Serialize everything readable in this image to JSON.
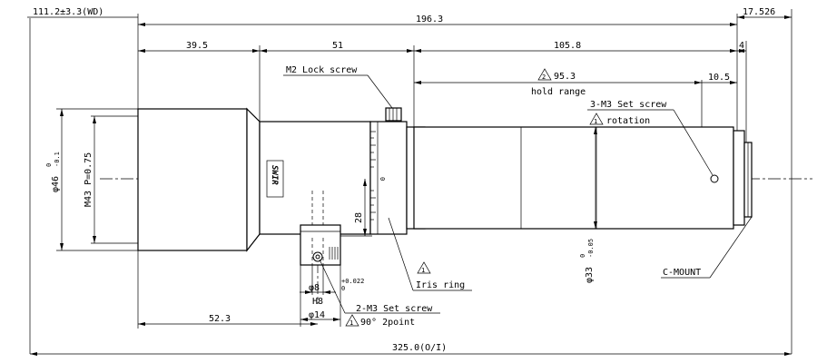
{
  "dimensions": {
    "wd": "111.2±3.3(WD)",
    "overall_length": "196.3",
    "flange": "17.526",
    "seg_front": "39.5",
    "seg_mid": "51",
    "seg_rear": "105.8",
    "seg_mount": "4",
    "hold_range_value": "95.3",
    "hold_range_label": "hold range",
    "hold_range_note": "2",
    "rear_offset": "10.5",
    "front_dia_value": "φ46",
    "front_dia_tol_upper": "0",
    "front_dia_tol_lower": "-0.1",
    "thread": "M43 P=0.75",
    "height_28": "28",
    "rear_dia_value": "φ33",
    "rear_dia_tol_upper": "0",
    "rear_dia_tol_lower": "-0.05",
    "pin_dia": "φ8",
    "pin_fit": "H8",
    "pin_tol_upper": "+0.022",
    "pin_tol_lower": "0",
    "boss_dia": "φ14",
    "pin_pos": "52.3",
    "total_oi": "325.0(O/I)"
  },
  "labels": {
    "m2_lock": "M2 Lock screw",
    "set_screw_rear": "3-M3 Set screw",
    "rotation": "rotation",
    "rotation_note": "1",
    "iris_ring": "Iris ring",
    "iris_note": "1",
    "set_screw_bottom": "2-M3 Set screw",
    "bottom_note": "1",
    "bottom_angle": "90° 2point",
    "c_mount": "C-MOUNT",
    "swir": "SWIR",
    "iris_zero": "0"
  }
}
